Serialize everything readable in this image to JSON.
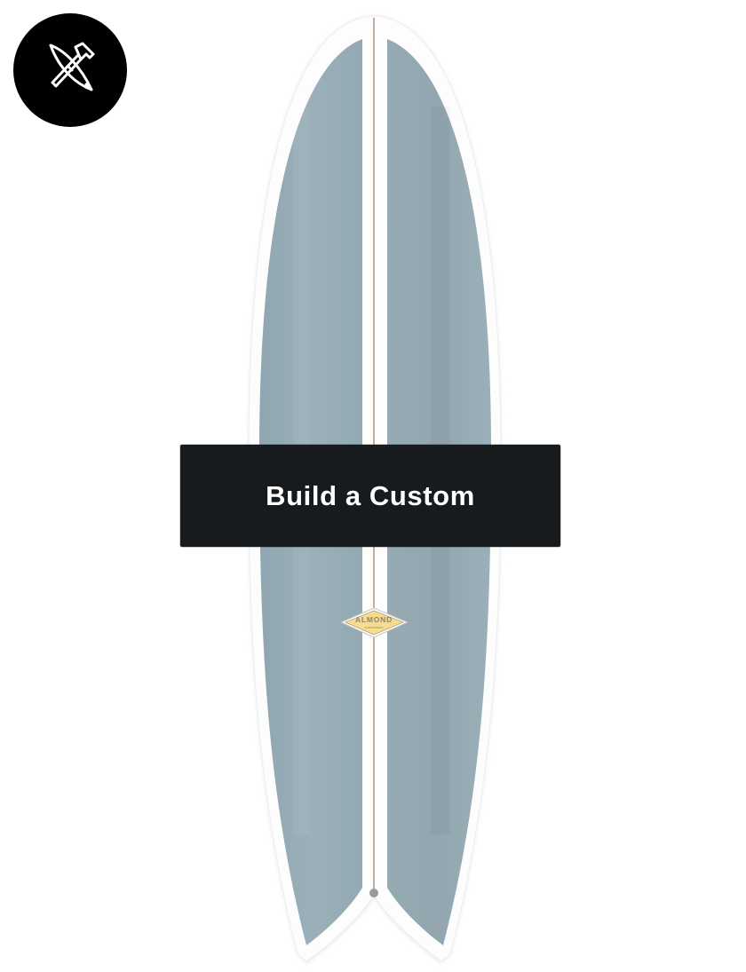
{
  "badge": {
    "icon": "surfboard-hammer-icon",
    "background": "#000000",
    "stroke": "#ffffff"
  },
  "product": {
    "brand_logo_text": "ALMOND",
    "brand_logo_subtext": "SURFBOARDS",
    "deck_color": "#97abb4",
    "rail_color": "#ffffff",
    "stringer_color": "#b89a86",
    "logo_fill": "#f6dc8c"
  },
  "cta": {
    "label": "Build a Custom",
    "background": "#171b1e",
    "text_color": "#ffffff"
  }
}
